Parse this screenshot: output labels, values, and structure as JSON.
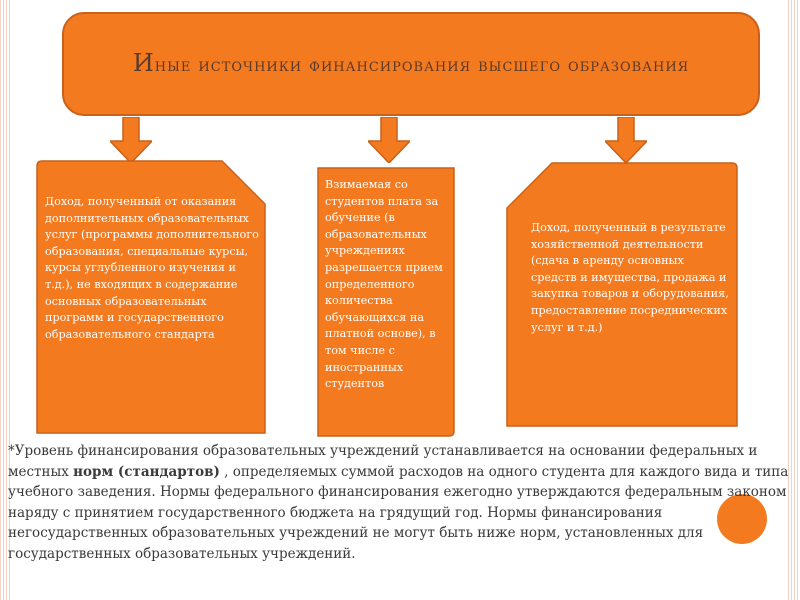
{
  "title": {
    "first_letter": "И",
    "rest": "ные источники финансирования высшего образования"
  },
  "cards": [
    {
      "text": "Доход, полученный от оказания дополнительных образовательных услуг (программы дополнительного образования, специальные курсы, курсы углубленного изучения и т.д.), не входящих в содержание основных образовательных программ и государственного образовательного стандарта"
    },
    {
      "text": "Взимаемая со студентов плата за обучение (в образовательных учреждениях разрешается прием определенного количества обучающихся на платной основе), в том числе с иностранных студентов"
    },
    {
      "text": "Доход, полученный в результате хозяйственной деятельности (сдача в аренду основных средств и имущества, продажа и закупка товаров и оборудования, предоставление посреднических услуг и т.д.)"
    }
  ],
  "footnote": {
    "part1": "*Уровень финансирования образовательных учреждений устанавливается на основании федеральных и местных ",
    "bold": "норм (стандартов)",
    "part2": " , определяемых суммой расходов на одного студента для каждого вида и типа учебного заведения. Нормы федерального финансирования ежегодно утверждаются федеральным законом наряду с принятием государственного бюджета на грядущий год. Нормы финансирования негосударственных образовательных учреждений не могут быть ниже норм, установленных для государственных образовательных учреждений."
  },
  "colors": {
    "accent": "#f47a20",
    "accent_border": "#c9611a",
    "title_text": "#5a3a2a"
  }
}
